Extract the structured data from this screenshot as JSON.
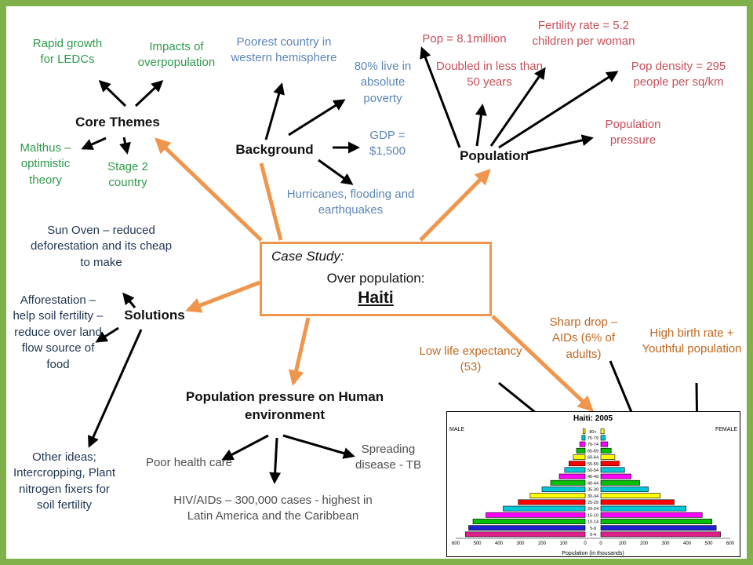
{
  "center": {
    "case_study": "Case Study:",
    "topic": "Over population:",
    "country": "Haiti"
  },
  "core": {
    "title": "Core Themes",
    "rapid": "Rapid growth for LEDCs",
    "impacts": "Impacts of overpopulation",
    "malthus": "Malthus – optimistic theory",
    "stage2": "Stage 2 country"
  },
  "background": {
    "title": "Background",
    "poorest": "Poorest country in western hemisphere",
    "poverty": "80% live in absolute poverty",
    "gdp": "GDP = $1,500",
    "hazards": "Hurricanes, flooding and earthquakes"
  },
  "population": {
    "title": "Population",
    "pop": "Pop = 8.1million",
    "fertility": "Fertility rate = 5.2 children per woman",
    "doubled": "Doubled in less than 50 years",
    "density": "Pop density = 295 people per sq/km",
    "pressure": "Population pressure"
  },
  "solutions": {
    "title": "Solutions",
    "sun_oven": "Sun Oven – reduced deforestation and its cheap to make",
    "afforestation": "Afforestation – help soil fertility – reduce over land flow source of food",
    "other": "Other ideas; Intercropping, Plant nitrogen fixers for soil fertility"
  },
  "pressure_env": {
    "title": "Population pressure on Human environment",
    "health": "Poor health care",
    "disease": "Spreading disease - TB",
    "hiv": "HIV/AIDs – 300,000 cases - highest in Latin America and the Caribbean"
  },
  "pyramid_notes": {
    "life": "Low life expectancy (53)",
    "aids": "Sharp drop – AIDs (6% of adults)",
    "birth": "High birth rate + Youthful population"
  },
  "colors": {
    "frame": "#7fb04a",
    "connector": "#f0954c",
    "arrow": "#000000"
  },
  "chart_data": {
    "type": "bar",
    "title": "Haiti: 2005",
    "left_label": "MALE",
    "right_label": "FEMALE",
    "xlabel": "Population (in thousands)",
    "x_ticks": [
      "600",
      "500",
      "400",
      "300",
      "200",
      "100",
      "0",
      "0",
      "100",
      "200",
      "300",
      "400",
      "500",
      "600"
    ],
    "xlim": [
      0,
      600
    ],
    "categories": [
      "0-4",
      "5-9",
      "10-14",
      "15-19",
      "20-24",
      "25-29",
      "30-34",
      "35-39",
      "40-44",
      "45-49",
      "50-54",
      "55-59",
      "60-64",
      "65-69",
      "70-74",
      "75-79",
      "80+"
    ],
    "colors": [
      "#e0208a",
      "#2020d0",
      "#00c000",
      "#ff00ff",
      "#00c8d8",
      "#ff0000",
      "#ffff00",
      "#00c8d8",
      "#00c000",
      "#ff00ff",
      "#00c8d8",
      "#ff0000",
      "#ffff00",
      "#00c000",
      "#ff00ff",
      "#00c8d8",
      "#ffff00"
    ],
    "series": [
      {
        "name": "MALE",
        "values": [
          555,
          540,
          520,
          460,
          380,
          310,
          255,
          200,
          160,
          120,
          95,
          75,
          55,
          40,
          25,
          15,
          10
        ]
      },
      {
        "name": "FEMALE",
        "values": [
          555,
          535,
          515,
          470,
          395,
          340,
          275,
          220,
          180,
          140,
          110,
          85,
          65,
          48,
          32,
          20,
          15
        ]
      }
    ]
  }
}
